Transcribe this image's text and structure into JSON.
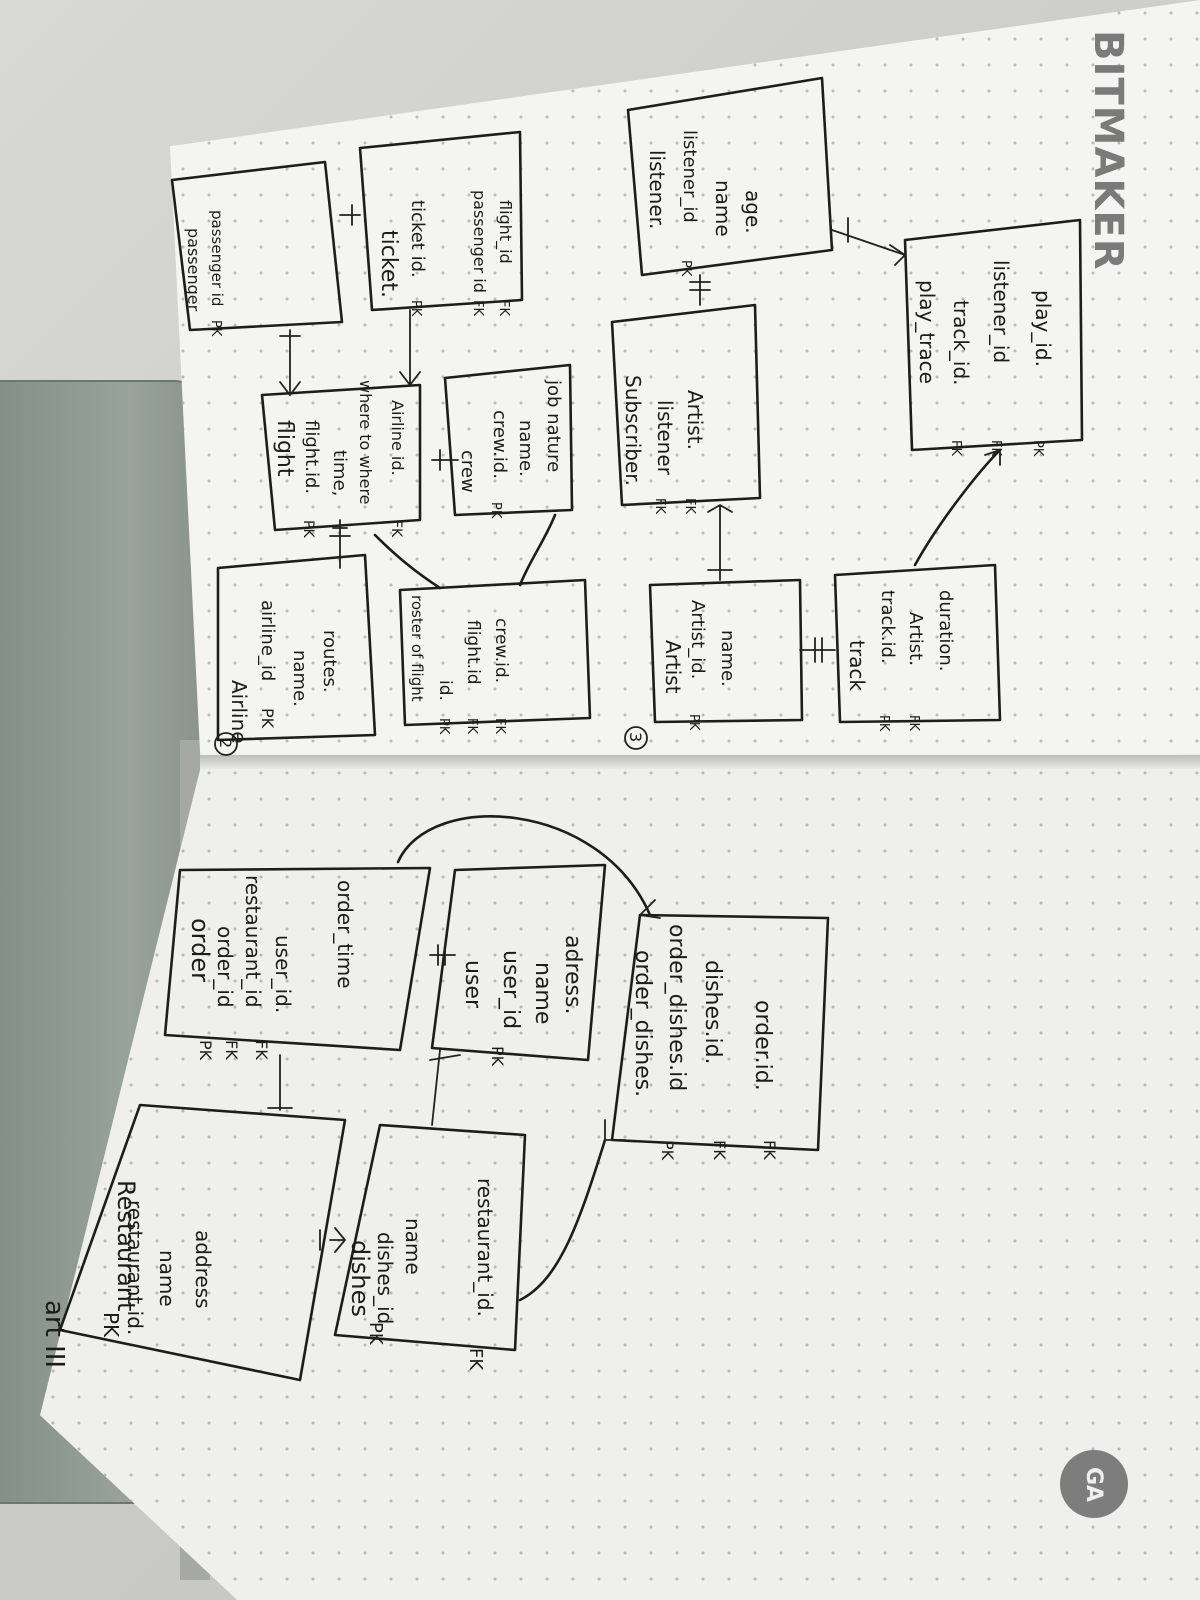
{
  "notebook": {
    "brand": "BITMAKER",
    "logo": "GA",
    "page_heading": "art III"
  },
  "sections": {
    "airline": "2",
    "music": "3"
  },
  "entities": {
    "restaurant": {
      "title": "Restaurant",
      "fields": [
        {
          "key": "PK",
          "name": "restaurant id."
        },
        {
          "key": "",
          "name": "name"
        },
        {
          "key": "",
          "name": "address"
        }
      ]
    },
    "dishes": {
      "title": "dishes",
      "fields": [
        {
          "key": "PK",
          "name": "dishes_id"
        },
        {
          "key": "",
          "name": "name"
        },
        {
          "key": "FK",
          "name": "restaurant_id."
        }
      ]
    },
    "order": {
      "title": "order",
      "fields": [
        {
          "key": "PK",
          "name": "order_id"
        },
        {
          "key": "FK",
          "name": "restaurant_id"
        },
        {
          "key": "FK",
          "name": "user_id."
        },
        {
          "key": "",
          "name": "order_time"
        }
      ]
    },
    "user": {
      "title": "user",
      "fields": [
        {
          "key": "PK",
          "name": "user_id"
        },
        {
          "key": "",
          "name": "name"
        },
        {
          "key": "",
          "name": "adress."
        }
      ]
    },
    "order_dishes": {
      "title": "order_dishes.",
      "fields": [
        {
          "key": "PK",
          "name": "order_dishes.id"
        },
        {
          "key": "FK",
          "name": "dishes.id."
        },
        {
          "key": "FK",
          "name": "order.id."
        }
      ]
    },
    "airline": {
      "title": "Airline",
      "fields": [
        {
          "key": "PK",
          "name": "airline_id"
        },
        {
          "key": "",
          "name": "name."
        },
        {
          "key": "",
          "name": "routes."
        }
      ]
    },
    "flight": {
      "title": "flight",
      "fields": [
        {
          "key": "PK",
          "name": "flight.id."
        },
        {
          "key": "",
          "name": "time,"
        },
        {
          "key": "",
          "name": "where to where"
        },
        {
          "key": "FK",
          "name": "Airline id."
        }
      ]
    },
    "passenger": {
      "title": "passenger",
      "fields": [
        {
          "key": "PK",
          "name": "passenger id"
        }
      ]
    },
    "ticket": {
      "title": "ticket.",
      "fields": [
        {
          "key": "PK",
          "name": "ticket id."
        },
        {
          "key": "FK",
          "name": "passenger id"
        },
        {
          "key": "FK",
          "name": "flight_id"
        }
      ]
    },
    "roster_of_flight": {
      "title": "roster of flight",
      "fields": [
        {
          "key": "PK",
          "name": "id."
        },
        {
          "key": "FK",
          "name": "flight.id"
        },
        {
          "key": "FK",
          "name": "crew.id."
        }
      ]
    },
    "crew": {
      "title": "crew",
      "fields": [
        {
          "key": "PK",
          "name": "crew.id."
        },
        {
          "key": "",
          "name": "name."
        },
        {
          "key": "",
          "name": "job nature"
        }
      ]
    },
    "artist": {
      "title": "Artist",
      "fields": [
        {
          "key": "PK",
          "name": "Artist_id."
        },
        {
          "key": "",
          "name": "name."
        }
      ]
    },
    "subscriber": {
      "title": "Subscriber.",
      "fields": [
        {
          "key": "FK",
          "name": "listener"
        },
        {
          "key": "FK",
          "name": "Artist."
        }
      ]
    },
    "listener": {
      "title": "listener.",
      "fields": [
        {
          "key": "PK",
          "name": "listener_id"
        },
        {
          "key": "",
          "name": "name"
        },
        {
          "key": "",
          "name": "age."
        }
      ]
    },
    "track": {
      "title": "track",
      "fields": [
        {
          "key": "PK",
          "name": "track.id."
        },
        {
          "key": "FK",
          "name": "Artist."
        },
        {
          "key": "",
          "name": "duration."
        }
      ]
    },
    "play_trace": {
      "title": "play_trace",
      "fields": [
        {
          "key": "FK",
          "name": "track_id."
        },
        {
          "key": "FK",
          "name": "listener_id"
        },
        {
          "key": "PK",
          "name": "play_id."
        }
      ]
    }
  }
}
